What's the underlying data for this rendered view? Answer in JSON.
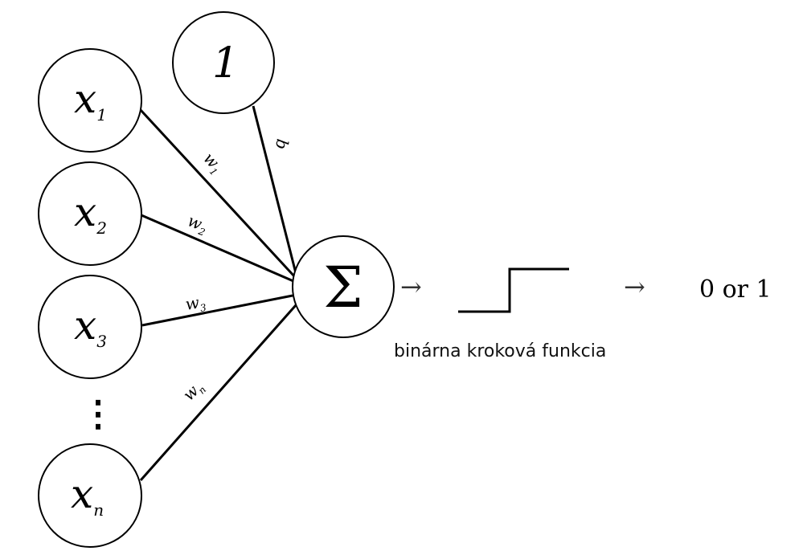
{
  "inputs": [
    {
      "symbol": "x",
      "sub": "1",
      "weight": "w",
      "weight_sub": "1"
    },
    {
      "symbol": "x",
      "sub": "2",
      "weight": "w",
      "weight_sub": "2"
    },
    {
      "symbol": "x",
      "sub": "3",
      "weight": "w",
      "weight_sub": "3"
    },
    {
      "symbol": "x",
      "sub": "n",
      "weight": "w",
      "weight_sub": "n"
    }
  ],
  "ellipsis": "⋮",
  "bias": {
    "node": "1",
    "label": "b"
  },
  "sum": {
    "symbol": "Σ"
  },
  "arrow": "→",
  "activation_caption": "binárna kroková funkcia",
  "output": "0 or 1"
}
